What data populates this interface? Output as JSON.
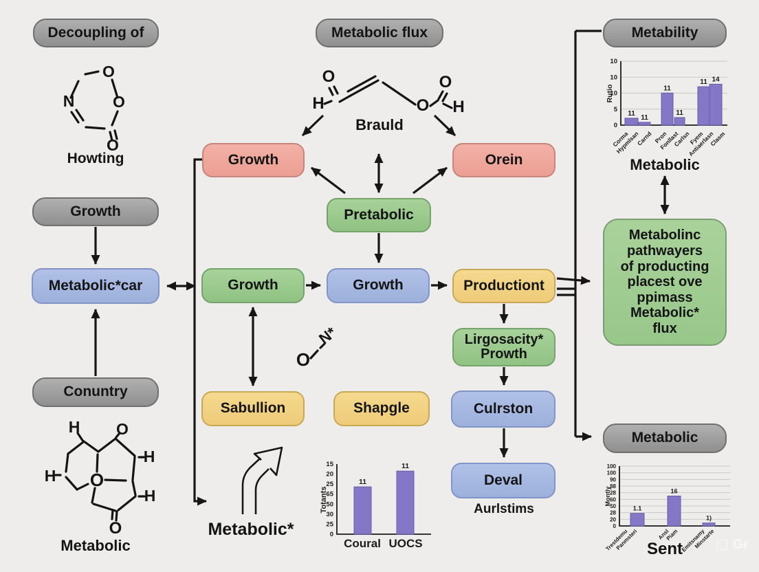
{
  "background": "#eeedeb",
  "accent_colors": {
    "gray_box": "#9e9e9e",
    "pink_box": "#efa79c",
    "green_box": "#9cc98e",
    "blue_box": "#a6b7e0",
    "yellow_box": "#f2d286",
    "bar_purple": "#8478c6"
  },
  "title_pills": {
    "decoupling": "Decoupling of",
    "metabolic_flux": "Metabolic flux",
    "metability": "Metability",
    "growth_left": "Growth",
    "conuntry": "Conuntry",
    "metabolic_bottom_right": "Metabolic"
  },
  "flow_nodes": {
    "growth_pink": "Growth",
    "orein": "Orein",
    "pretabolic": "Pretabolic",
    "metabolic_car": "Metabolic*car",
    "growth_green": "Growth",
    "growth_blue": "Growth",
    "productiont": "Productiont",
    "sabullion": "Sabullion",
    "shapgle": "Shapgle",
    "lirgosacity_line1": "Lirgosacity*",
    "lirgosacity_line2": "Prowth",
    "culrston": "Culrston",
    "deval": "Deval",
    "pathway_text": "Metabolinc pathwayers of producting placest ove ppimass Metabolic* flux"
  },
  "captions": {
    "howting": "Howting",
    "brauld": "Brauld",
    "metabolic_chart_top": "Metabolic",
    "aurlstims": "Aurlstims",
    "metabolic_molecule": "Metabolic",
    "metabolic_star": "Metabolic*",
    "sent": "Sent",
    "watermark": "▢ Gr"
  },
  "atoms": {
    "howting": [
      "N",
      "O",
      "O",
      "O"
    ],
    "brauld": [
      "H",
      "O",
      "O",
      "O",
      "H"
    ],
    "metabolic_mol": [
      "H",
      "O",
      "H",
      "H",
      "H",
      "O",
      "O"
    ],
    "on_star": [
      "O",
      "N*"
    ]
  },
  "chart_data": [
    {
      "type": "bar",
      "name": "metability-ratio-chart",
      "ylabel": "Rutio",
      "yticks_bottom_to_top": [
        "0",
        "5",
        "10",
        "10",
        "10"
      ],
      "ymax": 20.3,
      "categories": [
        "Corma",
        "Hypmlsan",
        "Carnd",
        "Pron",
        "Fonllast",
        "Carlsn",
        "Fyem",
        "Antiaerlasn",
        "Clasm"
      ],
      "values": [
        2.2,
        0.9,
        10.2,
        2.4,
        12.2,
        13.0
      ],
      "bar_labels": [
        "11",
        "11",
        "11",
        "11",
        "11",
        "14"
      ],
      "bar_color": "#8478c6",
      "grid": true,
      "caption": "Metabolic"
    },
    {
      "type": "bar",
      "name": "coural-uocs-chart",
      "ylabel": "Totants",
      "yticks_bottom_to_top": [
        "0",
        "25",
        "30",
        "50",
        "65",
        "25",
        "20",
        "15"
      ],
      "ymax": 1,
      "categories": [
        "Coural",
        "UOCS"
      ],
      "values": [
        0.675,
        0.9
      ],
      "bar_labels": [
        "11",
        "11"
      ],
      "bar_color": "#8478c6",
      "grid": false
    },
    {
      "type": "bar",
      "name": "sent-chart",
      "ylabel": "Montly",
      "yticks_bottom_to_top": [
        "0",
        "20",
        "28",
        "50",
        "60",
        "28",
        "88",
        "90",
        "100",
        "100"
      ],
      "ymax": 1,
      "categories": [
        "Trestdemu",
        "Panmsteri",
        "Ansl",
        "Piam",
        "Emitsnamy",
        "Minstarte"
      ],
      "values": [
        0.21,
        0.5,
        0.05
      ],
      "bar_labels": [
        "1.1",
        "16",
        "1)"
      ],
      "bar_color": "#8478c6",
      "grid": true,
      "caption": "Sent"
    }
  ]
}
